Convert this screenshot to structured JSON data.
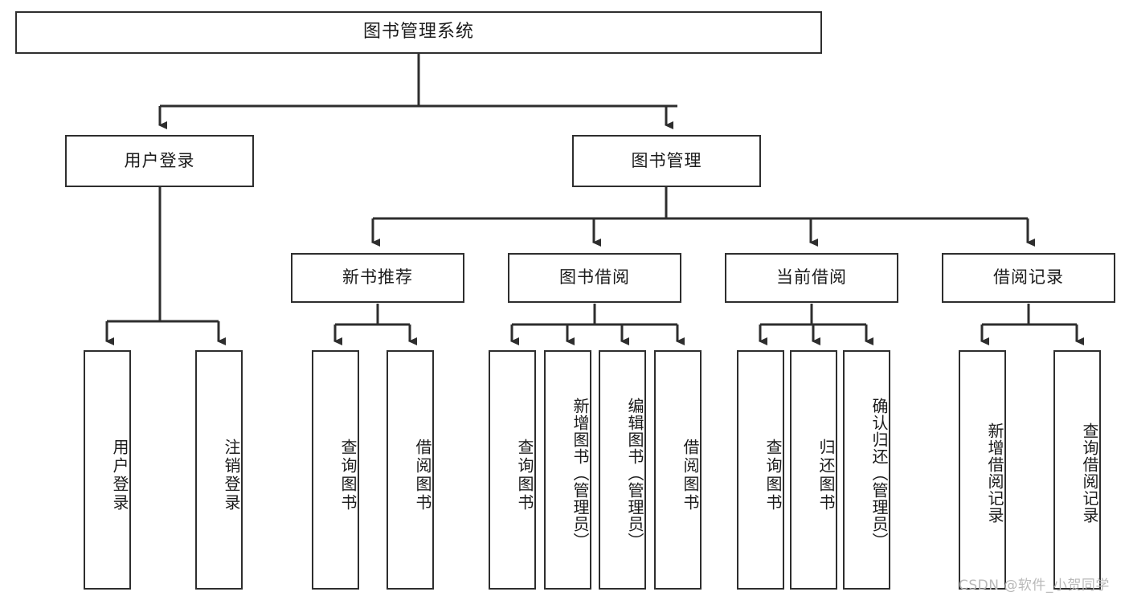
{
  "diagram": {
    "type": "tree",
    "title": "图书管理系统",
    "watermark": "CSDN @软件_小贺同学",
    "colors": {
      "box_border": "#2e2e2e",
      "box_fill": "#ffffff",
      "edge": "#2e2e2e",
      "text": "#1b1b1b",
      "watermark": "#b9b9b9",
      "background": "#ffffff"
    },
    "root": {
      "label": "图书管理系统"
    },
    "level2": [
      {
        "label": "用户登录"
      },
      {
        "label": "图书管理"
      }
    ],
    "level3": [
      {
        "label": "新书推荐"
      },
      {
        "label": "图书借阅"
      },
      {
        "label": "当前借阅"
      },
      {
        "label": "借阅记录"
      }
    ],
    "leaves": {
      "user_login": [
        {
          "label": "用户登录"
        },
        {
          "label": "注销登录"
        }
      ],
      "new_book": [
        {
          "label": "查询图书"
        },
        {
          "label": "借阅图书"
        }
      ],
      "book_borrow": [
        {
          "label": "查询图书"
        },
        {
          "label": "新增图书（管理员）"
        },
        {
          "label": "编辑图书（管理员）"
        },
        {
          "label": "借阅图书"
        }
      ],
      "current_borrow": [
        {
          "label": "查询图书"
        },
        {
          "label": "归还图书"
        },
        {
          "label": "确认归还（管理员）"
        }
      ],
      "borrow_record": [
        {
          "label": "新增借阅记录"
        },
        {
          "label": "查询借阅记录"
        }
      ]
    }
  }
}
